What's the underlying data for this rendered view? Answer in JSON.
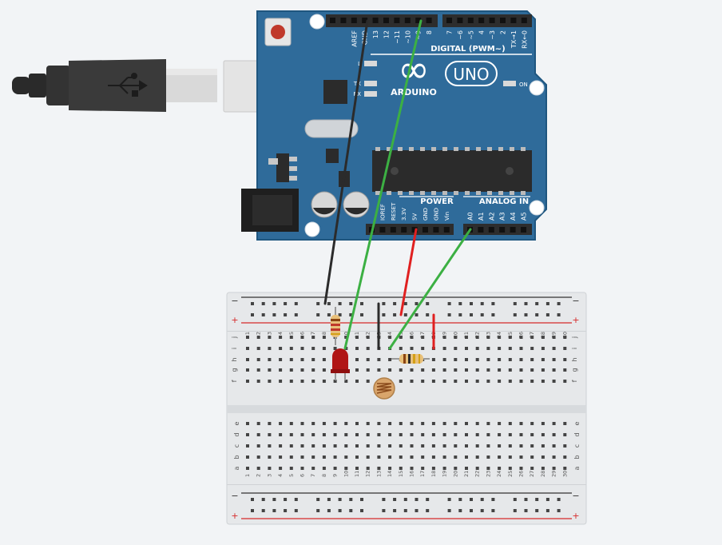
{
  "board": {
    "pin_labels_digital": [
      "AREF",
      "GND",
      "13",
      "12",
      "~11",
      "~10",
      "~9",
      "8",
      "7",
      "~6",
      "~5",
      "4",
      "~3",
      "2",
      "TX→1",
      "RX←0"
    ],
    "digital_label": "DIGITAL (PWM~)",
    "logo_symbol": "∞",
    "brand_text": "ARDUINO",
    "model_text": "UNO",
    "on_label": "ON",
    "led_labels": [
      "L",
      "TX",
      "RX"
    ],
    "power_header": "POWER",
    "power_pins": [
      "IOREF",
      "RESET",
      "3.3V",
      "5V",
      "GND",
      "GND",
      "Vin"
    ],
    "analog_header": "ANALOG IN",
    "analog_pins": [
      "A0",
      "A1",
      "A2",
      "A3",
      "A4",
      "A5"
    ],
    "colors": {
      "pcb": "#2f6b9a",
      "pcb_edge": "#1f567f",
      "header": "#2d2d2d"
    }
  },
  "breadboard": {
    "columns": [
      "1",
      "2",
      "3",
      "4",
      "5",
      "6",
      "7",
      "8",
      "9",
      "10",
      "11",
      "12",
      "13",
      "14",
      "15",
      "16",
      "17",
      "18",
      "19",
      "20",
      "21",
      "22",
      "23",
      "24",
      "25",
      "26",
      "27",
      "28",
      "29",
      "30"
    ],
    "rows_top": [
      "j",
      "i",
      "h",
      "g",
      "f"
    ],
    "rows_bottom": [
      "e",
      "d",
      "c",
      "b",
      "a"
    ],
    "rail_minus": "−",
    "rail_plus": "+",
    "colors": {
      "body": "#e6e8ea",
      "hole": "#444444",
      "rail_red": "#d62a2a",
      "rail_dark": "#333333"
    }
  },
  "wire_colors": {
    "black": "#2b2b2b",
    "green": "#3cb043",
    "red": "#e02020"
  }
}
